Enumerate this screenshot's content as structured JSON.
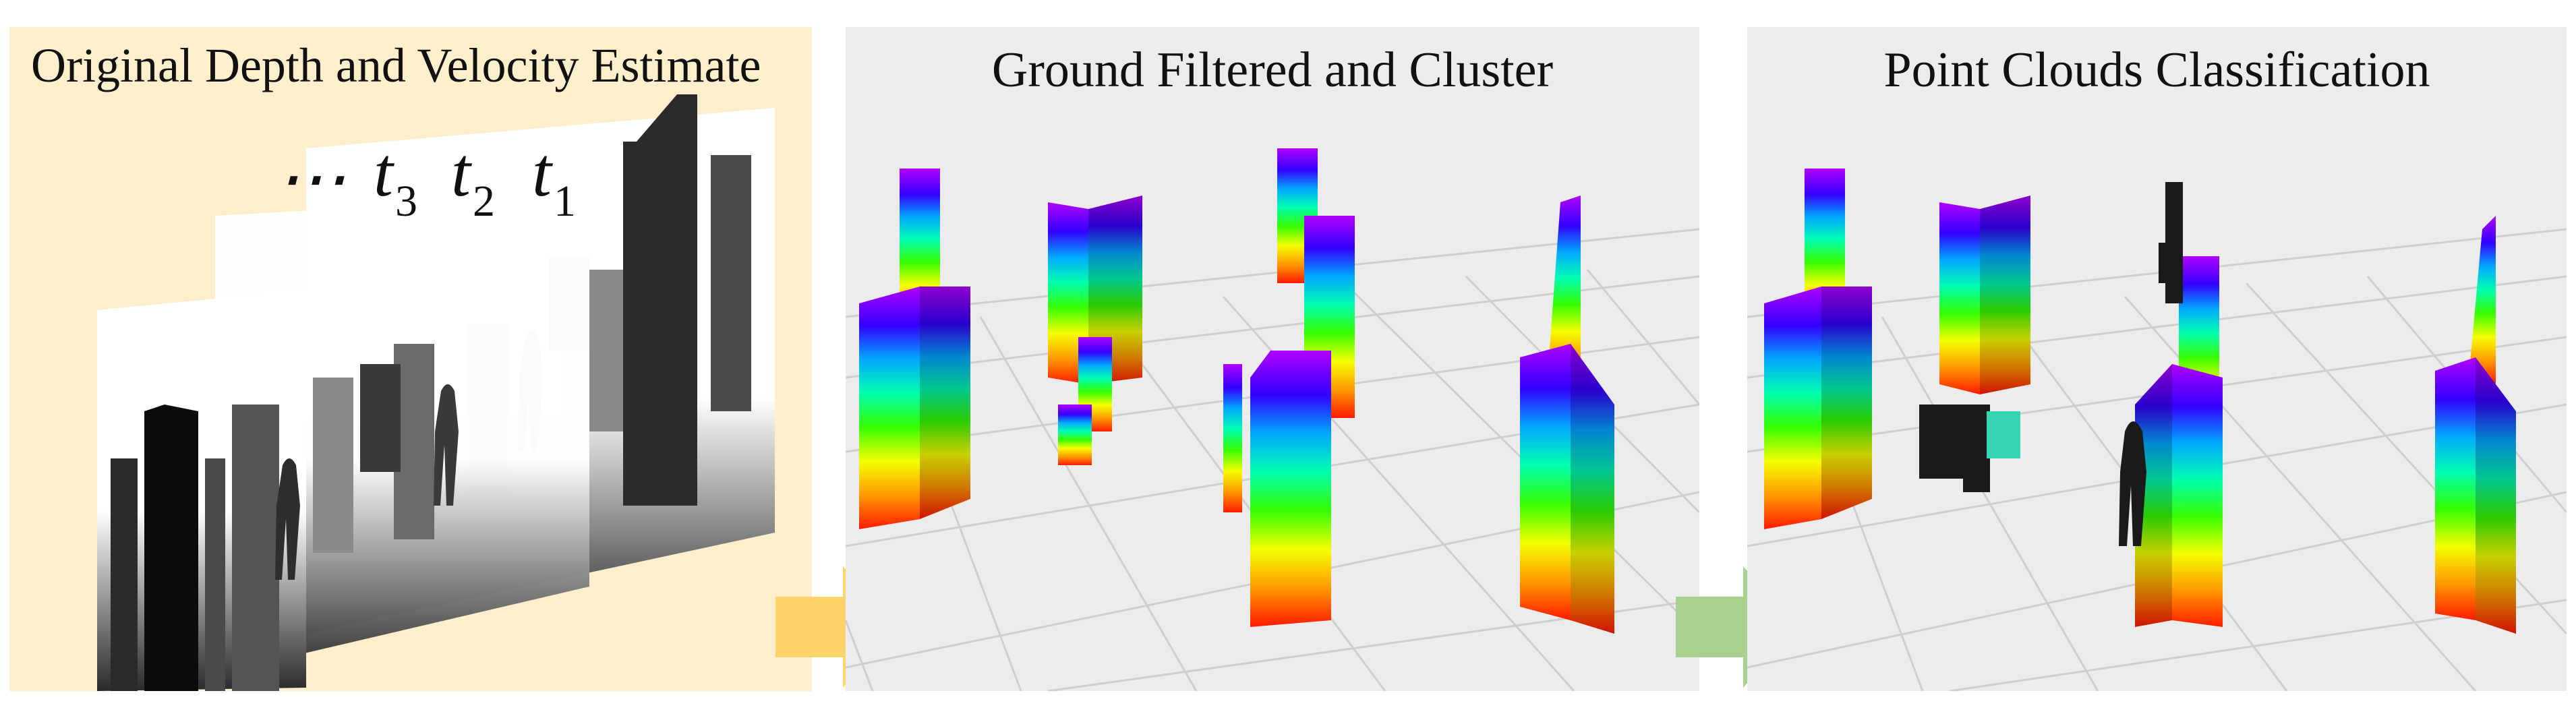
{
  "figure": {
    "panels": [
      {
        "id": "depth",
        "title": "Original Depth and Velocity Estimate",
        "background": "#fdeecc"
      },
      {
        "id": "cluster",
        "title": "Ground Filtered and Cluster",
        "background": "#ececec"
      },
      {
        "id": "classify",
        "title": "Point Clouds Classification",
        "background": "#ececec"
      }
    ],
    "timesteps": {
      "ellipsis": "⋯",
      "items": [
        {
          "symbol": "t",
          "sub": "3"
        },
        {
          "symbol": "t",
          "sub": "2"
        },
        {
          "symbol": "t",
          "sub": "1"
        }
      ]
    },
    "arrows": [
      {
        "from": "depth",
        "to": "cluster",
        "color": "#fdd36b",
        "icon": "right-arrow-icon"
      },
      {
        "from": "cluster",
        "to": "classify",
        "color": "#a9d18e",
        "icon": "right-arrow-icon"
      }
    ],
    "colors": {
      "rainbow": [
        "#ff1a00",
        "#ff9900",
        "#f4ff00",
        "#37ff00",
        "#00ffb0",
        "#00a8ff",
        "#3300ff",
        "#b000ff"
      ],
      "classified_person": "#1a1a1a",
      "ground_grid": "#c8c8c8"
    }
  }
}
